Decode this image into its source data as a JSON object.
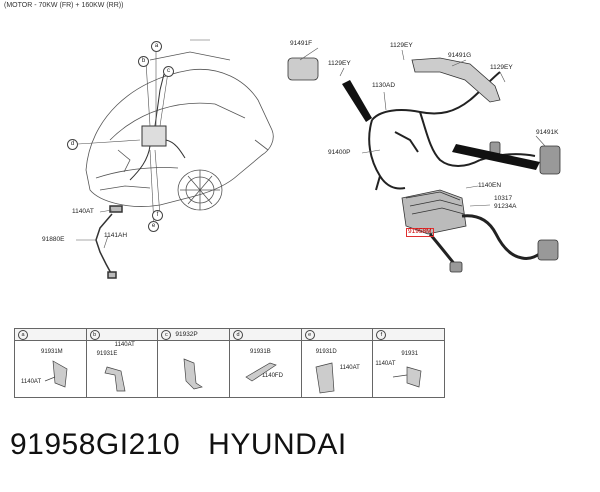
{
  "header": {
    "text": "(MOTOR - 70KW (FR) + 160KW (RR))"
  },
  "callouts": {
    "c_91491F": "91491F",
    "c_1129EY_a": "1129EY",
    "c_1129EY_b": "1129EY",
    "c_91491G": "91491G",
    "c_1129EY_c": "1129EY",
    "c_1130AD": "1130AD",
    "c_91491K": "91491K",
    "c_91400P": "91400P",
    "c_1140EN": "1140EN",
    "c_10317": "10317",
    "c_91234A": "91234A",
    "c_91958M": "91958M",
    "c_1140AT": "1140AT",
    "c_91880E": "91880E",
    "c_1141AH": "1141AH"
  },
  "circle_labels": [
    "a",
    "b",
    "c",
    "d",
    "e",
    "f"
  ],
  "table": {
    "columns": [
      {
        "key": "a",
        "part": "",
        "labels": [
          "91931M",
          "1140AT"
        ]
      },
      {
        "key": "b",
        "part": "",
        "labels": [
          "1140AT",
          "91931E"
        ]
      },
      {
        "key": "c",
        "part": "91932P",
        "labels": []
      },
      {
        "key": "d",
        "part": "",
        "labels": [
          "91931B",
          "1140FD"
        ]
      },
      {
        "key": "e",
        "part": "",
        "labels": [
          "91931D",
          "1140AT"
        ]
      },
      {
        "key": "f",
        "part": "",
        "labels": [
          "91931",
          "1140AT"
        ]
      }
    ]
  },
  "footer": {
    "part_number": "91958GI210",
    "brand": "HYUNDAI"
  }
}
